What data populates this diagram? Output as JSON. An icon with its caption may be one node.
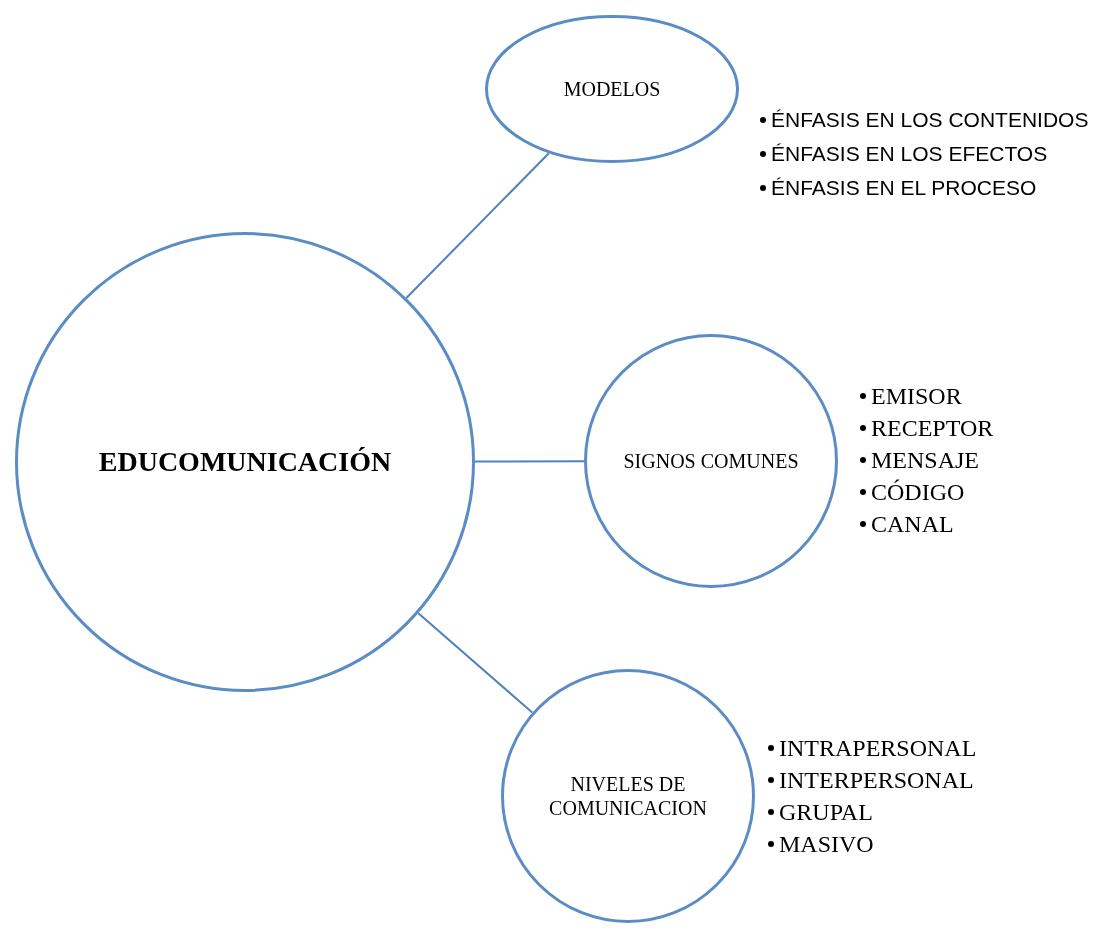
{
  "diagram": {
    "nodes": [
      {
        "text": [
          "EDUCOMUNICACIÓN"
        ]
      },
      {
        "text": [
          "MODELOS"
        ],
        "beside": [
          "ÉNFASIS EN LOS CONTENIDOS",
          "ÉNFASIS EN LOS EFECTOS",
          "ÉNFASIS EN EL PROCESO"
        ]
      },
      {
        "text": [
          "SIGNOS COMUNES"
        ],
        "beside": [
          "EMISOR",
          "RECEPTOR",
          "MENSAJE",
          "CÓDIGO",
          "CANAL"
        ]
      },
      {
        "text": [
          "NIVELES DE COMUNICACION"
        ],
        "beside": [
          "INTRAPERSONAL",
          "INTERPERSONAL",
          "GRUPAL",
          "MASIVO"
        ]
      }
    ],
    "edges": [
      {
        "from": 0,
        "to": 1,
        "arrow": "none"
      },
      {
        "from": 0,
        "to": 2,
        "arrow": "none"
      },
      {
        "from": 0,
        "to": 3,
        "arrow": "none"
      }
    ]
  }
}
